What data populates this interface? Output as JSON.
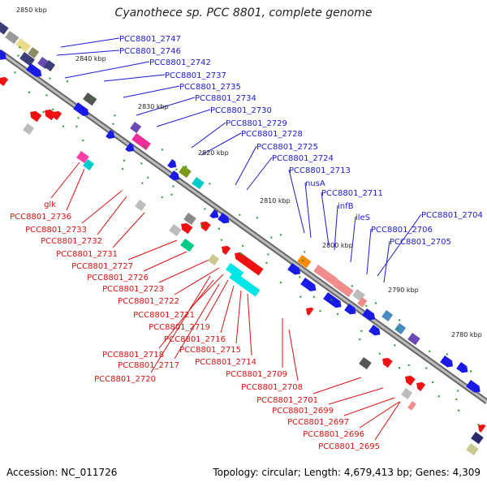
{
  "title": "Cyanothece sp. PCC 8801, complete genome",
  "footer": {
    "accession": "Accession: NC_011726",
    "summary": "Topology: circular; Length: 4,679,413 bp; Genes: 4,309"
  },
  "colors": {
    "backbone": "#8a8a8a",
    "forward_label": "#1a1ad6",
    "reverse_label": "#dd1111",
    "forward_gene": "#1a1ae6",
    "reverse_gene": "#ee1111",
    "dot": "#1e9a1e"
  },
  "ticks": [
    "2850 kbp",
    "2840 kbp",
    "2830 kbp",
    "2820 kbp",
    "2810 kbp",
    "2800 kbp",
    "2790 kbp",
    "2780 kbp"
  ],
  "forward_labels": [
    "PCC8801_2747",
    "PCC8801_2746",
    "PCC8801_2742",
    "PCC8801_2737",
    "PCC8801_2735",
    "PCC8801_2734",
    "PCC8801_2730",
    "PCC8801_2729",
    "PCC8801_2728",
    "PCC8801_2725",
    "PCC8801_2724",
    "PCC8801_2713",
    "nusA",
    "PCC8801_2711",
    "infB",
    "ileS",
    "PCC8801_2704",
    "PCC8801_2706",
    "PCC8801_2705"
  ],
  "reverse_labels": [
    "glk",
    "PCC8801_2736",
    "PCC8801_2733",
    "PCC8801_2732",
    "PCC8801_2731",
    "PCC8801_2727",
    "PCC8801_2726",
    "PCC8801_2723",
    "PCC8801_2722",
    "PCC8801_2721",
    "PCC8801_2719",
    "PCC8801_2716",
    "PCC8801_2715",
    "PCC8801_2718",
    "PCC8801_2717",
    "PCC8801_2714",
    "PCC8801_2720",
    "PCC8801_2709",
    "PCC8801_2708",
    "PCC8801_2701",
    "PCC8801_2699",
    "PCC8801_2697",
    "PCC8801_2696",
    "PCC8801_2695"
  ]
}
